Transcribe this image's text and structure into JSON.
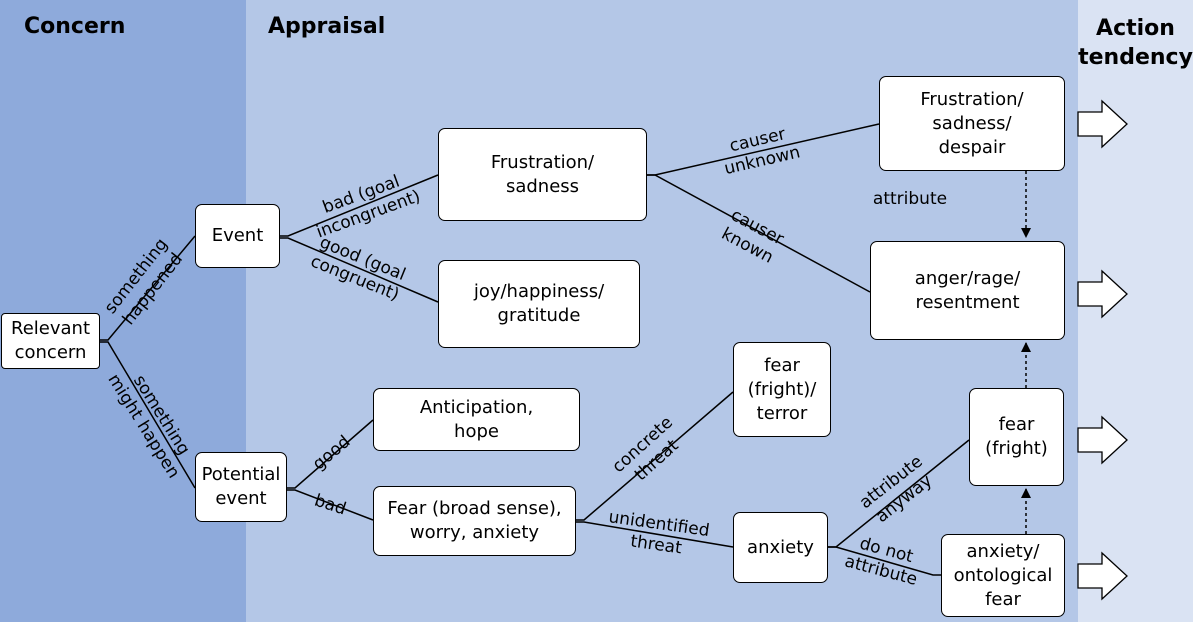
{
  "columns": {
    "concern": "Concern",
    "appraisal": "Appraisal",
    "action": "Action\ntendency"
  },
  "nodes": {
    "relevant_concern": "Relevant\nconcern",
    "event": "Event",
    "potential_event": "Potential\nevent",
    "frustration_sadness": "Frustration/\nsadness",
    "joy": "joy/happiness/\ngratitude",
    "anticipation": "Anticipation,\nhope",
    "fear_broad": "Fear (broad sense),\nworry, anxiety",
    "frustration_despair": "Frustration/\nsadness/\ndespair",
    "anger": "anger/rage/\nresentment",
    "fear_terror": "fear\n(fright)/\nterror",
    "anxiety": "anxiety",
    "fear_fright": "fear\n(fright)",
    "ontological_fear": "anxiety/\nontological\nfear"
  },
  "edges": {
    "something_happened": "something\nhappened",
    "something_might_happen": "something\nmight happen",
    "bad_goal": "bad (goal\nincongruent)",
    "good_goal": "good (goal\ncongruent)",
    "good": "good",
    "bad": "bad",
    "causer_unknown": "causer\nunknown",
    "causer_known": "causer\nknown",
    "attribute": "attribute",
    "concrete_threat": "concrete\nthreat",
    "unidentified_threat": "unidentified\nthreat",
    "attribute_anyway": "attribute\nanyway",
    "do_not_attribute": "do not\nattribute"
  },
  "colors": {
    "concern_band": "#8eaadb",
    "appraisal_band": "#b4c7e7",
    "action_band": "#dae3f3"
  }
}
